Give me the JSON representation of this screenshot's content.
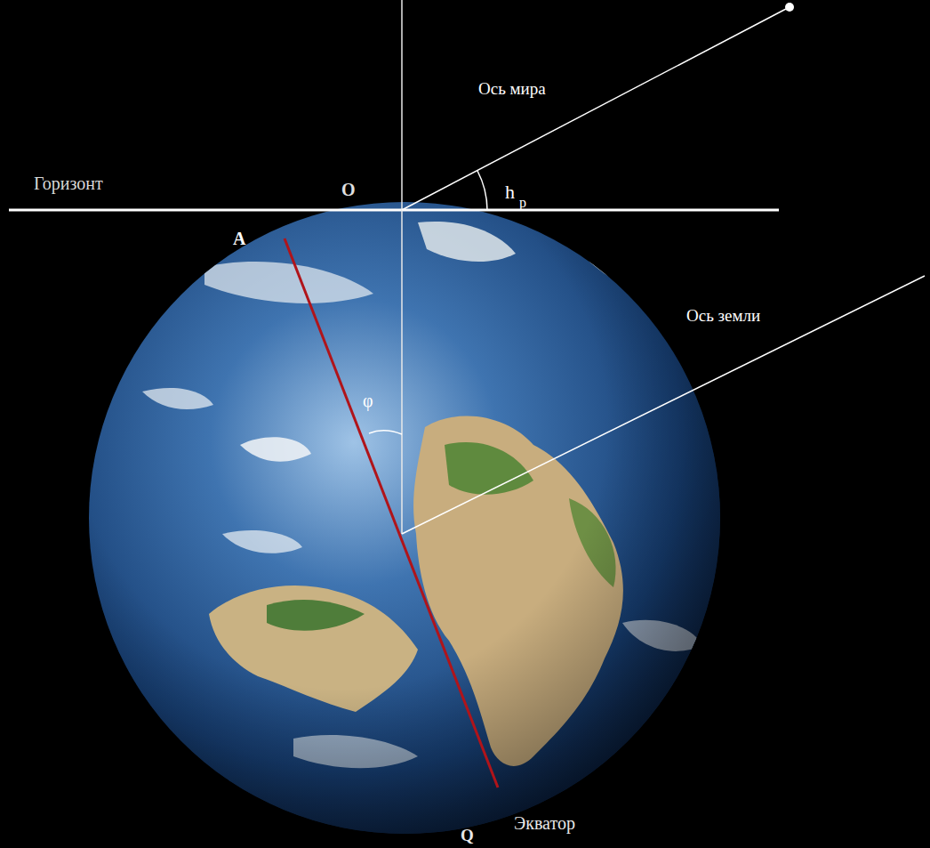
{
  "diagram": {
    "labels": [
      "Ось мира",
      "Горизонт",
      "O",
      "h",
      "p",
      "A",
      "Ось земли",
      "φ",
      "Экватор",
      "Q"
    ]
  }
}
